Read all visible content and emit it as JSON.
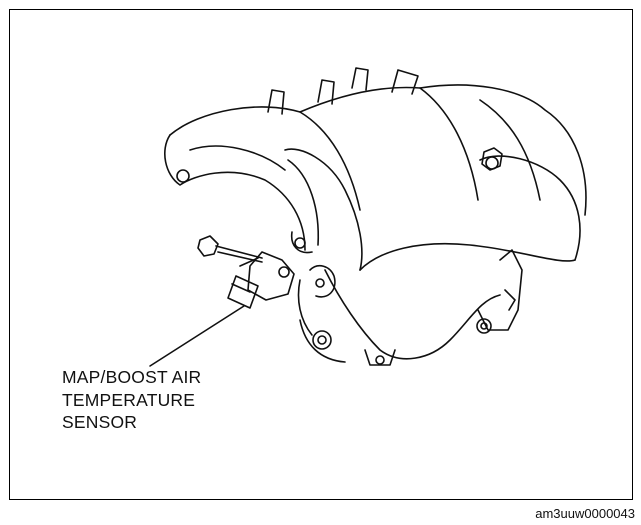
{
  "figure": {
    "callout_lines": [
      "MAP/BOOST AIR",
      "TEMPERATURE",
      "SENSOR"
    ],
    "figure_code": "am3uuw0000043"
  }
}
